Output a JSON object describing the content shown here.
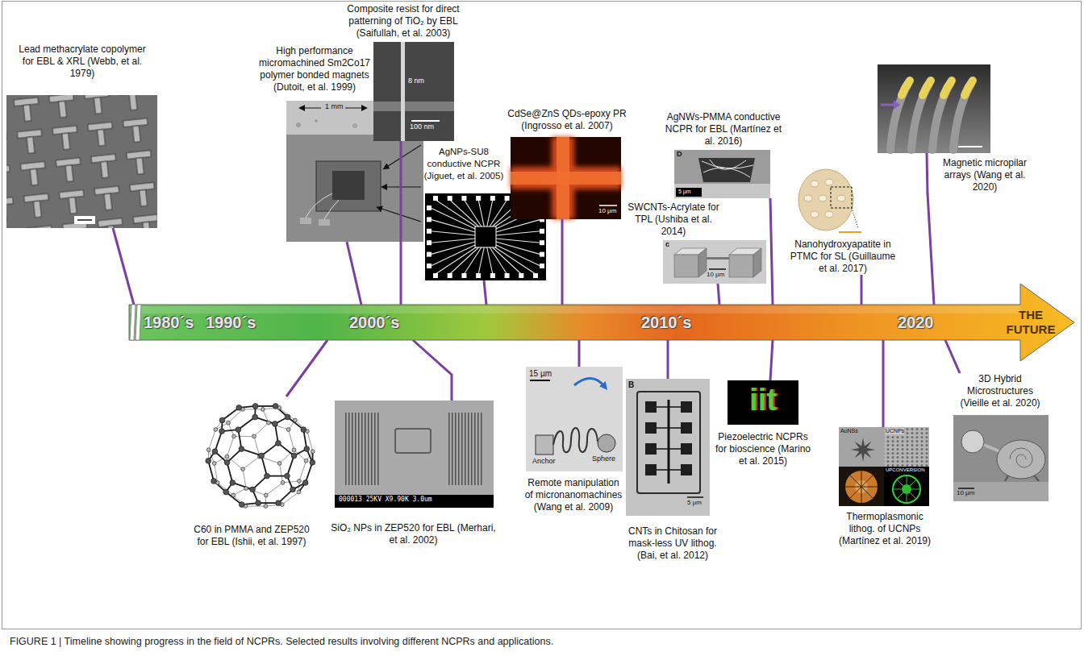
{
  "diagram": {
    "caption": "FIGURE 1 | Timeline showing progress in the field of NCPRs. Selected results involving different NCPRs and applications.",
    "nodes": [
      {
        "text": [
          "Lead methacrylate copolymer for EBL & XRL (Webb, et al. 1979)"
        ]
      },
      {
        "text": [
          "High performance micromachined Sm2Co17 polymer bonded magnets (Dutoit, et al. 1999)"
        ]
      },
      {
        "text": [
          "Composite resist for direct patterning of TiO₂ by EBL (Saifullah, et al. 2003)"
        ]
      },
      {
        "text": [
          "AgNPs-SU8 conductive NCPR (Jiguet, et al. 2005)"
        ]
      },
      {
        "text": [
          "CdSe@ZnS QDs-epoxy PR (Ingrosso et al. 2007)"
        ]
      },
      {
        "text": [
          "SWCNTs-Acrylate for TPL (Ushiba et al. 2014)"
        ]
      },
      {
        "text": [
          "AgNWs-PMMA conductive NCPR for EBL (Martínez et al. 2016)"
        ]
      },
      {
        "text": [
          "Nanohydroxyapatite in PTMC for SL (Guillaume et al. 2017)"
        ]
      },
      {
        "text": [
          "Magnetic micropilar arrays (Wang et al. 2020)"
        ]
      },
      {
        "text": [
          "1980´s",
          "1990´s",
          "2000´s",
          "2010´s",
          "2020",
          "THE FUTURE"
        ]
      },
      {
        "text": [
          "C60 in PMMA and ZEP520 for EBL (Ishii, et al. 1997)"
        ]
      },
      {
        "text": [
          "SiO₂ NPs in ZEP520 for EBL (Merhari, et al. 2002)"
        ]
      },
      {
        "text": [
          "Remote manipulation of micronanomachines (Wang et al. 2009)"
        ]
      },
      {
        "text": [
          "CNTs in Chitosan for mask-less UV lithog. (Bai, et al. 2012)"
        ]
      },
      {
        "text": [
          "Piezoelectric NCPRs for bioscience (Marino et al. 2015)"
        ]
      },
      {
        "text": [
          "Thermoplasmonic lithog. of UCNPs (Martínez et al. 2019)"
        ]
      },
      {
        "text": [
          "3D Hybrid Microstructures (Vieille et al. 2020)"
        ]
      }
    ],
    "edges": [
      {
        "from": 0,
        "to": 9,
        "arrow": "none"
      },
      {
        "from": 1,
        "to": 9,
        "arrow": "none"
      },
      {
        "from": 2,
        "to": 9,
        "arrow": "none"
      },
      {
        "from": 3,
        "to": 9,
        "arrow": "none"
      },
      {
        "from": 4,
        "to": 9,
        "arrow": "none"
      },
      {
        "from": 5,
        "to": 9,
        "arrow": "none"
      },
      {
        "from": 6,
        "to": 9,
        "arrow": "none"
      },
      {
        "from": 7,
        "to": 9,
        "arrow": "none"
      },
      {
        "from": 8,
        "to": 9,
        "arrow": "none"
      },
      {
        "from": 10,
        "to": 9,
        "arrow": "none"
      },
      {
        "from": 11,
        "to": 9,
        "arrow": "none"
      },
      {
        "from": 12,
        "to": 9,
        "arrow": "none"
      },
      {
        "from": 13,
        "to": 9,
        "arrow": "none"
      },
      {
        "from": 14,
        "to": 9,
        "arrow": "none"
      },
      {
        "from": 15,
        "to": 9,
        "arrow": "none"
      },
      {
        "from": 16,
        "to": 9,
        "arrow": "none"
      }
    ],
    "labels": [
      "1 mm",
      "8 nm",
      "100 nm",
      "10 µm",
      "c",
      "10 µm",
      "D",
      "5 µm",
      "000013 25KV X9.90K 3.0um",
      "15 µm",
      "Anchor",
      "Sphere",
      "B",
      "5 µm",
      "iit",
      "AuNSs",
      "UCNPs",
      "UPCONVERSION",
      "10 µm"
    ]
  }
}
